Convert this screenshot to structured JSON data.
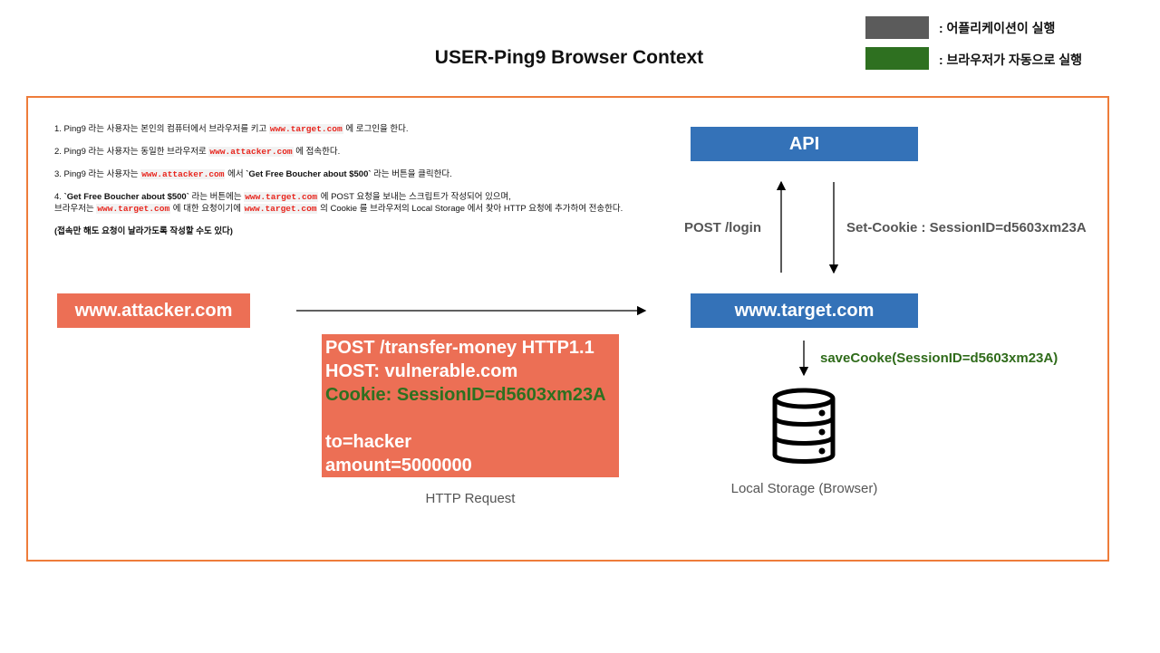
{
  "title": "USER-Ping9 Browser Context",
  "legend": [
    {
      "color": "#5b5b5b",
      "label": ":  어플리케이션이 실행"
    },
    {
      "color": "#2e7020",
      "label": ":  브라우저가 자동으로 실행"
    }
  ],
  "steps": {
    "s1": {
      "a": "1. Ping9 라는 사용자는 본인의 컴퓨터에서 브라우저를 키고 ",
      "code": "www.target.com",
      "b": " 에 로그인을 한다."
    },
    "s2": {
      "a": "2. Ping9 라는 사용자는 동일한 브라우저로 ",
      "code": "www.attacker.com",
      "b": " 에 접속한다."
    },
    "s3": {
      "a": "3. Ping9 라는 사용자는 ",
      "code": "www.attacker.com",
      "b": " 에서 ",
      "bold": "`Get Free Boucher about $500`",
      "c": " 라는 버튼을 클릭한다."
    },
    "s4": {
      "a": "4. ",
      "bold": "`Get Free Boucher about $500`",
      "b": " 라는 버튼에는 ",
      "code1": "www.target.com",
      "c": " 에 POST 요청을 보내는 스크립트가 작성되어 있으며,",
      "d": "브라우저는 ",
      "code2": "www.target.com",
      "e": " 에 대한 요청이기에 ",
      "code3": "www.target.com",
      "f": " 의 Cookie 를 브라우저의 Local Storage 에서 찾아 HTTP 요청에 추가하여 전송한다."
    },
    "note": "(접속만 해도 요청이 날라가도록 작성할 수도 있다)"
  },
  "nodes": {
    "api": "API",
    "attacker": "www.attacker.com",
    "target": "www.target.com"
  },
  "edges": {
    "post_login": "POST /login",
    "set_cookie": "Set-Cookie : SessionID=d5603xm23A",
    "save_cookie": "saveCooke(SessionID=d5603xm23A)"
  },
  "request": {
    "line1": "POST /transfer-money HTTP1.1",
    "line2": "HOST: vulnerable.com",
    "line3": "Cookie: SessionID=d5603xm23A",
    "line4": "to=hacker",
    "line5": "amount=5000000",
    "caption": "HTTP Request"
  },
  "storage": {
    "icon": "database-icon",
    "caption": "Local Storage (Browser)"
  },
  "colors": {
    "frame": "#ee7c3a",
    "blue_box": "#3472b8",
    "orange_box": "#ec6f55",
    "code_red": "#e8251d",
    "browser_green": "#2e7020"
  }
}
